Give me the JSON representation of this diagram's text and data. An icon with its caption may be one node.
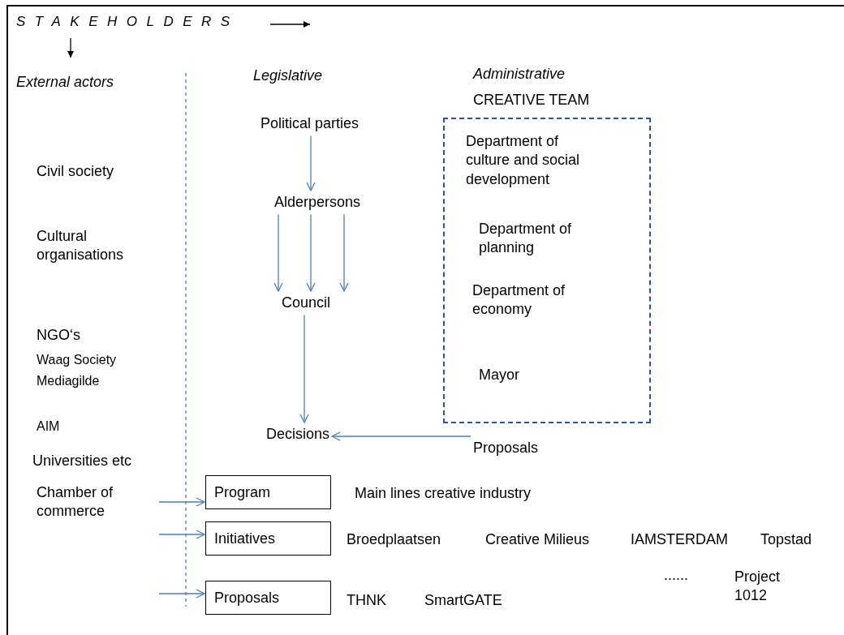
{
  "diagram": {
    "title": "STAKEHOLDERS",
    "nodes": [
      {
        "text": [
          "Political parties"
        ]
      },
      {
        "text": [
          "Alderpersons"
        ]
      },
      {
        "text": [
          "Council"
        ]
      },
      {
        "text": [
          "Decisions"
        ]
      },
      {
        "text": [
          "CREATIVE TEAM"
        ]
      },
      {
        "text": [
          "Department of culture and social development"
        ],
        "in": 4
      },
      {
        "text": [
          "Department of planning"
        ],
        "in": 4
      },
      {
        "text": [
          "Department of economy"
        ],
        "in": 4
      },
      {
        "text": [
          "Mayor"
        ],
        "in": 4
      },
      {
        "text": [
          "Proposals"
        ]
      },
      {
        "text": [
          "Program"
        ]
      },
      {
        "text": [
          "Initiatives"
        ]
      },
      {
        "text": [
          "Proposals"
        ]
      }
    ],
    "edges": [
      {
        "from": 0,
        "to": 1,
        "arrow": "to"
      },
      {
        "from": 1,
        "to": 2,
        "arrow": "to"
      },
      {
        "from": 1,
        "to": 2,
        "arrow": "to"
      },
      {
        "from": 1,
        "to": 2,
        "arrow": "to"
      },
      {
        "from": 2,
        "to": 3,
        "arrow": "to"
      },
      {
        "from": 9,
        "to": 3,
        "arrow": "to"
      },
      {
        "from": null,
        "to": 10,
        "arrow": "to"
      },
      {
        "from": null,
        "to": 11,
        "arrow": "to"
      },
      {
        "from": null,
        "to": 12,
        "arrow": "to"
      }
    ],
    "labels": [
      "External actors",
      "Legislative",
      "Administrative",
      "Civil society",
      "Cultural organisations",
      "NGO‘s",
      "Waag Society",
      "Mediagilde",
      "AIM",
      "Universities etc",
      "Chamber of commerce",
      "Main lines creative industry",
      "Broedplaatsen",
      "Creative Milieus",
      "IAMSTERDAM",
      "Topstad",
      "......",
      "THNK",
      "SmartGATE",
      "Project 1012"
    ]
  }
}
